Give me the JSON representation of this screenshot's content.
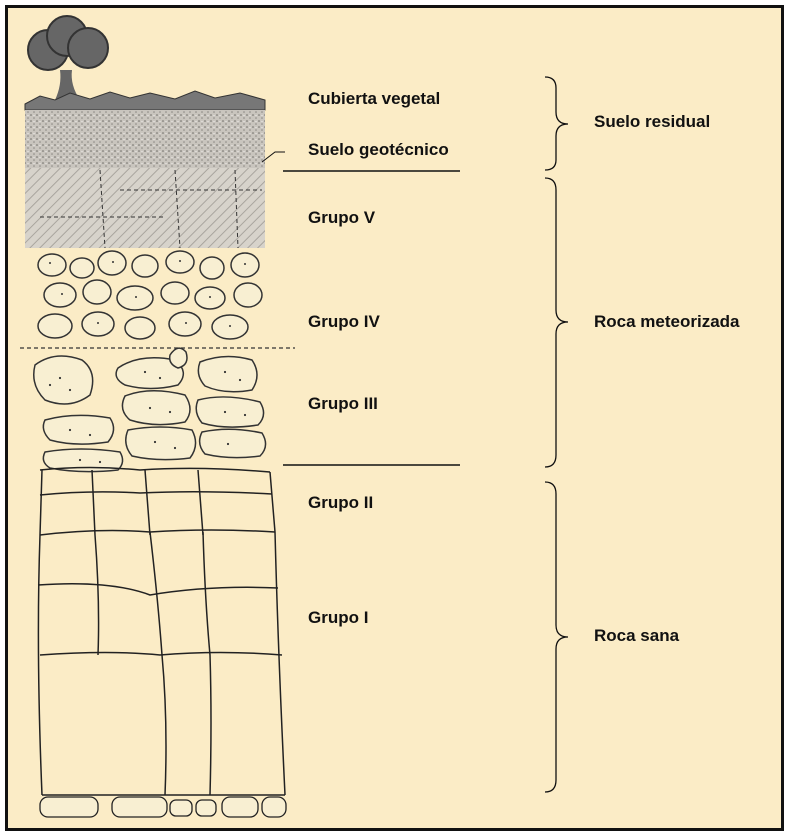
{
  "diagram": {
    "layers": [
      {
        "id": "cubierta-vegetal",
        "label": "Cubierta vegetal"
      },
      {
        "id": "suelo-geotecnico",
        "label": "Suelo geotécnico"
      },
      {
        "id": "grupo-v",
        "label": "Grupo V"
      },
      {
        "id": "grupo-iv",
        "label": "Grupo IV"
      },
      {
        "id": "grupo-iii",
        "label": "Grupo III"
      },
      {
        "id": "grupo-ii",
        "label": "Grupo II"
      },
      {
        "id": "grupo-i",
        "label": "Grupo I"
      }
    ],
    "zones": [
      {
        "id": "suelo-residual",
        "label": "Suelo residual"
      },
      {
        "id": "roca-meteorizada",
        "label": "Roca meteorizada"
      },
      {
        "id": "roca-sana",
        "label": "Roca sana"
      }
    ]
  },
  "colors": {
    "background": "#fbecc6",
    "ink": "#111111",
    "tree": "#666666",
    "soil": "#b8b4ad",
    "fill": "#f8efd2"
  }
}
